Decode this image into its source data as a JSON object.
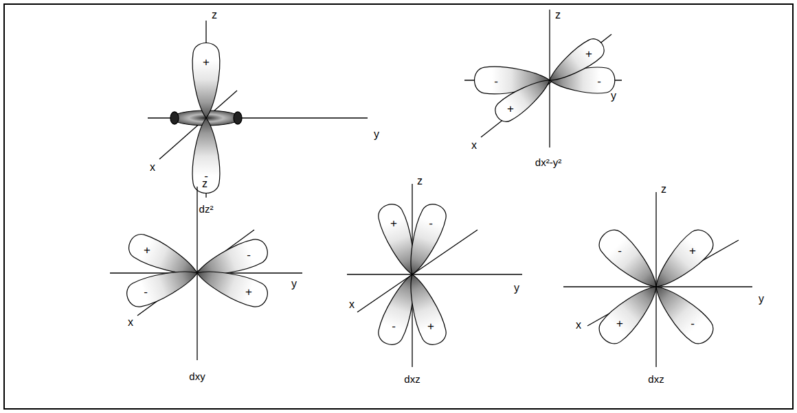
{
  "diagram": {
    "labels": [
      "z",
      "+",
      "y",
      "x",
      "-",
      "dz²",
      "z",
      "+",
      "-",
      "-",
      "y",
      "x",
      "+",
      "dx²-y²",
      "z",
      "+",
      "-",
      "-",
      "y",
      "x",
      "+",
      "dxy",
      "z",
      "+",
      "-",
      "y",
      "x",
      "-",
      "+",
      "dxz",
      "z",
      "-",
      "+",
      "x",
      "y",
      "+",
      "-",
      "dxz"
    ]
  }
}
